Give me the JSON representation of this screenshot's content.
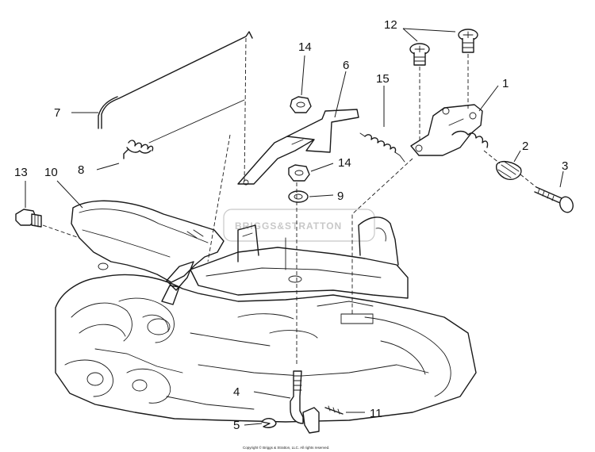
{
  "diagram": {
    "callouts": {
      "c1": "1",
      "c2": "2",
      "c3": "3",
      "c4": "4",
      "c5": "5",
      "c6": "6",
      "c7": "7",
      "c8": "8",
      "c9": "9",
      "c10": "10",
      "c11": "11",
      "c12": "12",
      "c13": "13",
      "c14a": "14",
      "c14b": "14",
      "c15": "15"
    },
    "watermark": "BRIGGS&STRATTON",
    "copyright": "Copyright © Briggs & Stratton, LLC. All rights reserved."
  }
}
